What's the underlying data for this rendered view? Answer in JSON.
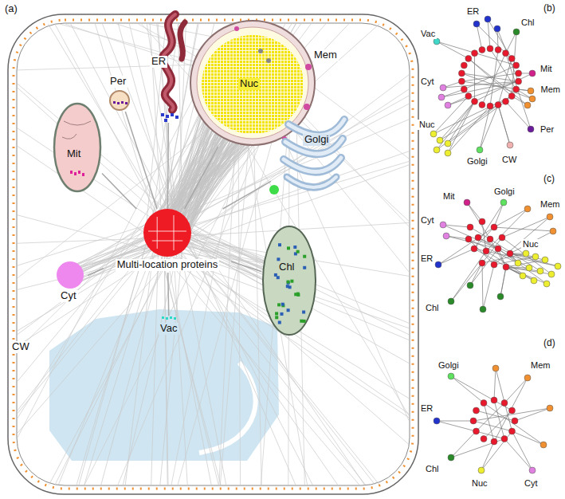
{
  "diagram": {
    "nodes": [
      {
        "text": [
          "Multi-location proteins"
        ]
      },
      {
        "text": [
          "Nuc"
        ]
      },
      {
        "text": [
          "ER"
        ]
      },
      {
        "text": [
          "Per"
        ]
      },
      {
        "text": [
          "Mit"
        ]
      },
      {
        "text": [
          "Golgi"
        ]
      },
      {
        "text": [
          "Cyt"
        ]
      },
      {
        "text": [
          "Chl"
        ]
      },
      {
        "text": [
          "Vac"
        ]
      }
    ],
    "edges": [
      {
        "from": 0,
        "to": 1,
        "arrow": "none"
      },
      {
        "from": 0,
        "to": 2,
        "arrow": "none"
      },
      {
        "from": 0,
        "to": 3,
        "arrow": "none"
      },
      {
        "from": 0,
        "to": 4,
        "arrow": "none"
      },
      {
        "from": 0,
        "to": 5,
        "arrow": "none"
      },
      {
        "from": 0,
        "to": 6,
        "arrow": "none"
      },
      {
        "from": 0,
        "to": 7,
        "arrow": "none"
      },
      {
        "from": 0,
        "to": 8,
        "arrow": "none"
      }
    ],
    "labels": [
      "(a)",
      "Mem",
      "CW",
      "(b)",
      "ER",
      "Chl",
      "Vac",
      "Mit",
      "Mem",
      "Cyt",
      "Per",
      "Nuc",
      "Golgi",
      "CW",
      "(c)",
      "Mit",
      "Golgi",
      "Mem",
      "Cyt",
      "ER",
      "Chl",
      "Nuc",
      "(d)",
      "Golgi",
      "Mem",
      "ER",
      "Chl",
      "Nuc",
      "Cyt"
    ]
  }
}
